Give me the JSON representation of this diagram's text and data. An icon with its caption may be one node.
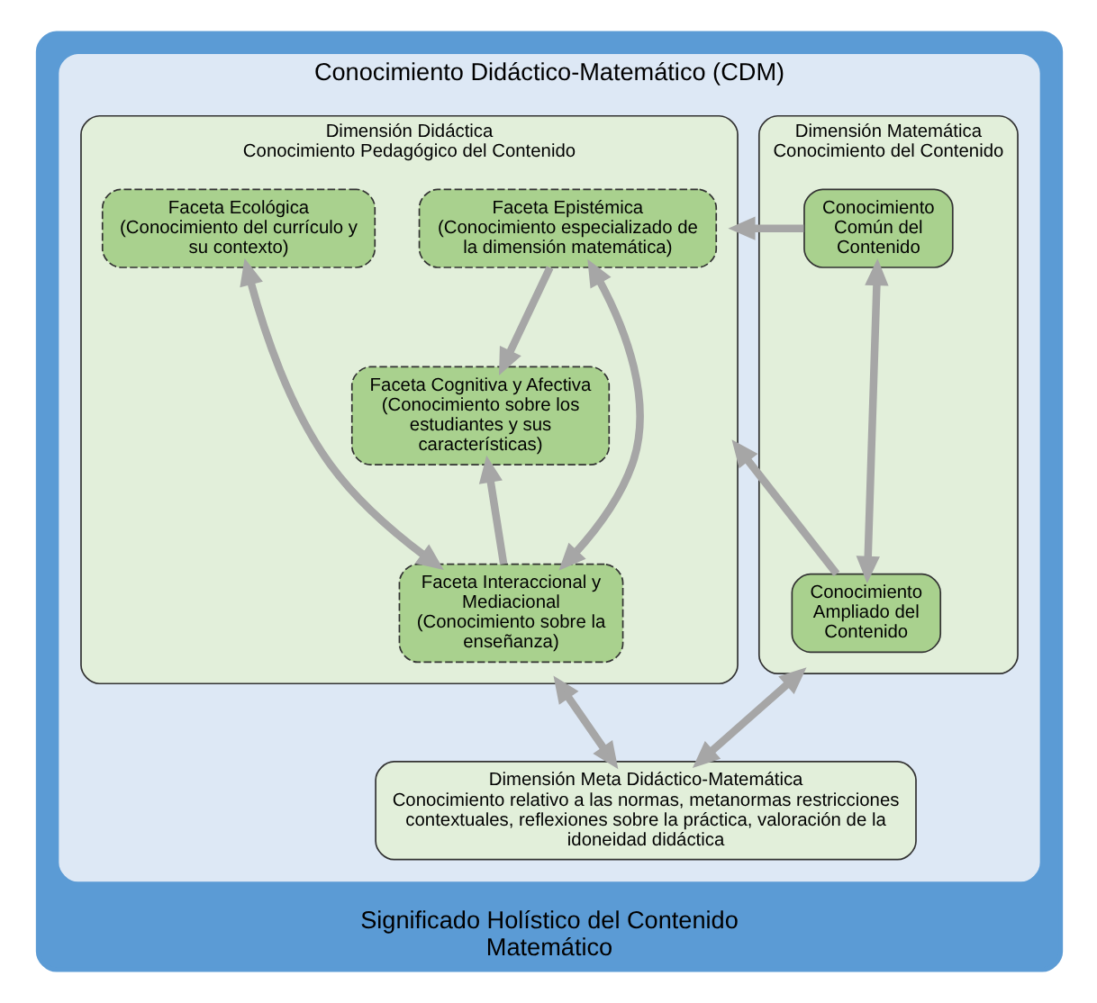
{
  "diagram": {
    "nodes": [
      {
        "text": [
          "Significado Holístico del Contenido Matemático"
        ]
      },
      {
        "text": [
          "Conocimiento Didáctico-Matemático (CDM)"
        ],
        "in": 0
      },
      {
        "text": [
          "Dimensión Matemática",
          "Conocimiento del Contenido"
        ],
        "in": 1
      },
      {
        "text": [
          "Conocimiento Común del Contenido"
        ],
        "in": 2
      },
      {
        "text": [
          "Conocimiento Ampliado del Contenido"
        ],
        "in": 2
      },
      {
        "text": [
          "Dimensión Didáctica",
          "Conocimiento Pedagógico del Contenido"
        ],
        "in": 1
      },
      {
        "text": [
          "Faceta Epistémica",
          "(Conocimiento especializado de la dimensión matemática)"
        ],
        "in": 5
      },
      {
        "text": [
          "Faceta Ecológica",
          "(Conocimiento del currículo y su contexto)"
        ],
        "in": 5
      },
      {
        "text": [
          "Faceta Cognitiva y Afectiva",
          "(Conocimiento sobre los estudiantes y sus características)"
        ],
        "in": 5
      },
      {
        "text": [
          "Faceta Interaccional y Mediacional",
          "(Conocimiento sobre la enseñanza)"
        ],
        "in": 5
      },
      {
        "text": [
          "Dimensión Meta Didáctico-Matemática",
          "Conocimiento relativo a las normas, metanormas restricciones contextuales, reflexiones sobre la práctica, valoración de la idoneidad didáctica"
        ],
        "in": 1
      }
    ],
    "edges": [
      {
        "from": 3,
        "to": 4,
        "arrow": "both"
      },
      {
        "from": 3,
        "to": 5,
        "arrow": "to"
      },
      {
        "from": 4,
        "to": 5,
        "arrow": "to"
      },
      {
        "from": 6,
        "to": 8,
        "arrow": "to"
      },
      {
        "from": 9,
        "to": 8,
        "arrow": "to"
      },
      {
        "from": 6,
        "to": 9,
        "arrow": "both"
      },
      {
        "from": 7,
        "to": 9,
        "arrow": "both"
      },
      {
        "from": 2,
        "to": 10,
        "arrow": "both"
      },
      {
        "from": 5,
        "to": 10,
        "arrow": "both"
      }
    ]
  }
}
